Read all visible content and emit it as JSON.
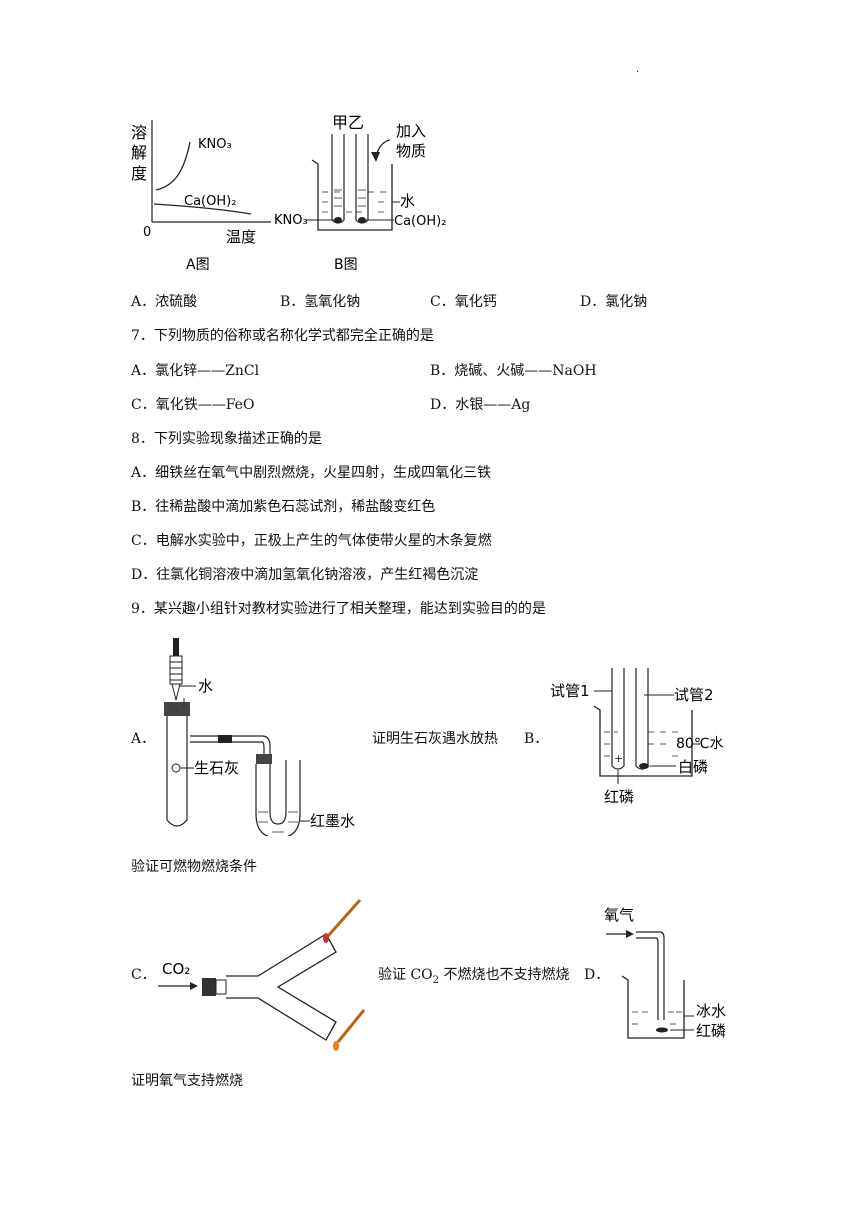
{
  "top_dot": ".",
  "figA": {
    "y_label_chars": [
      "溶",
      "解",
      "度"
    ],
    "x_label": "温度",
    "origin": "0",
    "curve1": "KNO₃",
    "curve2": "Ca(OH)₂",
    "caption": "A图"
  },
  "figB": {
    "tubes": "甲乙",
    "add_label_1": "加入",
    "add_label_2": "物质",
    "water": "水",
    "left_label": "KNO₃",
    "right_label": "Ca(OH)₂",
    "caption": "B图"
  },
  "q6_options": [
    "A．浓硫酸",
    "B．氢氧化钠",
    "C．氧化钙",
    "D．氯化钠"
  ],
  "q7": {
    "stem": "7．下列物质的俗称或名称化学式都完全正确的是",
    "options": [
      "A．氯化锌——ZnCl",
      "B．烧碱、火碱——NaOH",
      "C．氧化铁——FeO",
      "D．水银——Ag"
    ]
  },
  "q8": {
    "stem": "8．下列实验现象描述正确的是",
    "options": [
      "A．细铁丝在氧气中剧烈燃烧，火星四射，生成四氧化三铁",
      "B．往稀盐酸中滴加紫色石蕊试剂，稀盐酸变红色",
      "C．电解水实验中，正极上产生的气体使带火星的木条复燃",
      "D．往氯化铜溶液中滴加氢氧化钠溶液，产生红褐色沉淀"
    ]
  },
  "q9": {
    "stem": "9．某兴趣小组针对教材实验进行了相关整理，能达到实验目的的是",
    "a_letter": "A．",
    "a_caption": "证明生石灰遇水放热",
    "a_fig": {
      "water": "水",
      "quicklime": "生石灰",
      "ink": "红墨水"
    },
    "b_letter": "B．",
    "b_caption": "验证可燃物燃烧条件",
    "b_fig": {
      "tube1": "试管1",
      "tube2": "试管2",
      "water80": "80℃水",
      "white_p": "白磷",
      "red_p": "红磷"
    },
    "c_letter": "C．",
    "c_caption_pre": "验证 CO",
    "c_caption_sub": "2",
    "c_caption_post": " 不燃烧也不支持燃烧",
    "c_fig": {
      "co2": "CO₂"
    },
    "d_letter": "D．",
    "d_caption": "证明氧气支持燃烧",
    "d_fig": {
      "oxygen": "氧气",
      "ice_water": "冰水",
      "red_p": "红磷"
    }
  }
}
